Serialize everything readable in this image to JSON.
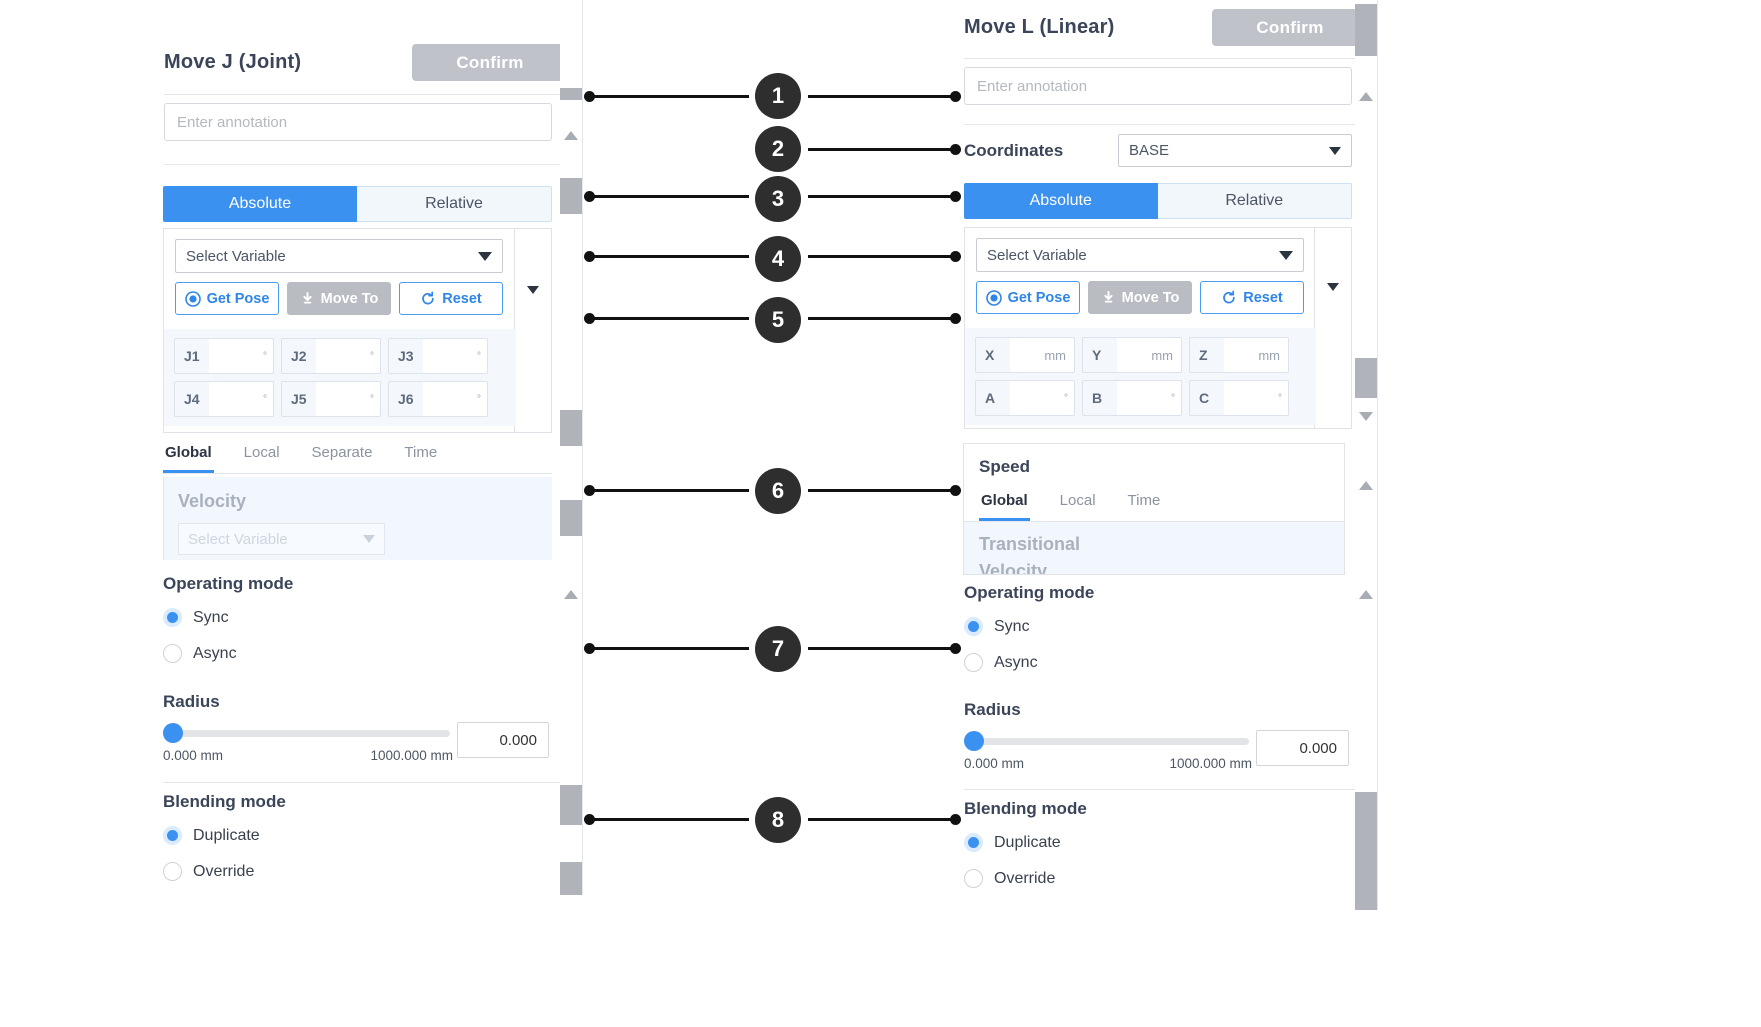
{
  "left_panel": {
    "title": "Move J (Joint)",
    "confirm_label": "Confirm",
    "annotation_placeholder": "Enter annotation",
    "mode_tabs": {
      "absolute": "Absolute",
      "relative": "Relative"
    },
    "variable_select": "Select Variable",
    "actions": {
      "get_pose": "Get Pose",
      "move_to": "Move To",
      "reset": "Reset"
    },
    "joint_fields": [
      {
        "label": "J1",
        "value": "",
        "unit": "°"
      },
      {
        "label": "J2",
        "value": "",
        "unit": "°"
      },
      {
        "label": "J3",
        "value": "",
        "unit": "°"
      },
      {
        "label": "J4",
        "value": "",
        "unit": "°"
      },
      {
        "label": "J5",
        "value": "",
        "unit": "°"
      },
      {
        "label": "J6",
        "value": "",
        "unit": "°"
      }
    ],
    "speed_tabs": [
      "Global",
      "Local",
      "Separate",
      "Time"
    ],
    "speed_tab_active": "Global",
    "velocity_label": "Velocity",
    "velocity_select": "Select Variable",
    "operating_mode": {
      "title": "Operating mode",
      "options": [
        "Sync",
        "Async"
      ],
      "selected": "Sync"
    },
    "radius": {
      "title": "Radius",
      "min_label": "0.000 mm",
      "max_label": "1000.000 mm",
      "value": "0.000"
    },
    "blending_mode": {
      "title": "Blending mode",
      "options": [
        "Duplicate",
        "Override"
      ],
      "selected": "Duplicate"
    }
  },
  "right_panel": {
    "title": "Move L (Linear)",
    "confirm_label": "Confirm",
    "annotation_placeholder": "Enter annotation",
    "coordinates_label": "Coordinates",
    "coordinates_value": "BASE",
    "mode_tabs": {
      "absolute": "Absolute",
      "relative": "Relative"
    },
    "variable_select": "Select Variable",
    "actions": {
      "get_pose": "Get Pose",
      "move_to": "Move To",
      "reset": "Reset"
    },
    "pose_fields": [
      {
        "label": "X",
        "value": "",
        "unit": "mm"
      },
      {
        "label": "Y",
        "value": "",
        "unit": "mm"
      },
      {
        "label": "Z",
        "value": "",
        "unit": "mm"
      },
      {
        "label": "A",
        "value": "",
        "unit": "°"
      },
      {
        "label": "B",
        "value": "",
        "unit": "°"
      },
      {
        "label": "C",
        "value": "",
        "unit": "°"
      }
    ],
    "speed_card": {
      "title": "Speed",
      "tabs": [
        "Global",
        "Local",
        "Time"
      ],
      "tab_active": "Global",
      "row1": "Transitional",
      "row2": "Velocity"
    },
    "operating_mode": {
      "title": "Operating mode",
      "options": [
        "Sync",
        "Async"
      ],
      "selected": "Sync"
    },
    "radius": {
      "title": "Radius",
      "min_label": "0.000 mm",
      "max_label": "1000.000 mm",
      "value": "0.000"
    },
    "blending_mode": {
      "title": "Blending mode",
      "options": [
        "Duplicate",
        "Override"
      ],
      "selected": "Duplicate"
    }
  },
  "callouts": [
    {
      "number": "1"
    },
    {
      "number": "2"
    },
    {
      "number": "3"
    },
    {
      "number": "4"
    },
    {
      "number": "5"
    },
    {
      "number": "6"
    },
    {
      "number": "7"
    },
    {
      "number": "8"
    }
  ],
  "colors": {
    "accent": "#3b91f0",
    "confirm_disabled": "#bfc3c9",
    "callout": "#2e2e2e",
    "panel_bg": "#ffffff",
    "field_bg": "#f4f7fc"
  }
}
